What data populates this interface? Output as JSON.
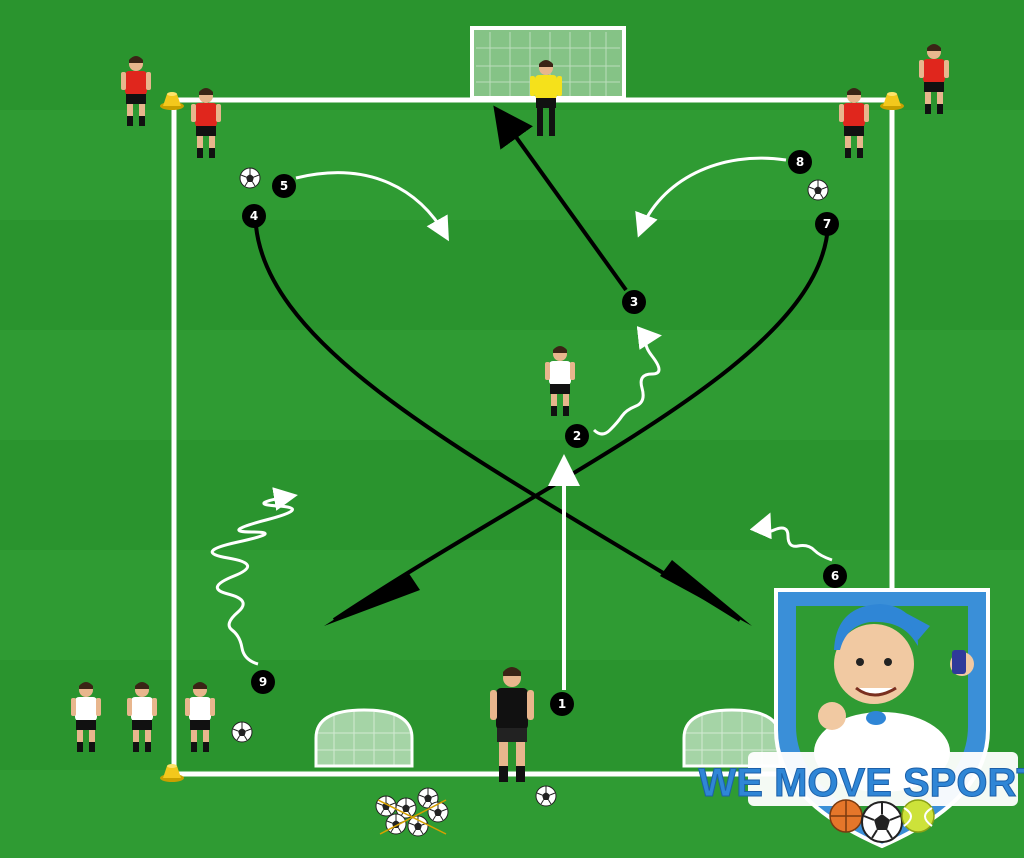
{
  "drill": {
    "steps": [
      "1",
      "2",
      "3",
      "4",
      "5",
      "6",
      "7",
      "8",
      "9"
    ]
  },
  "logo": {
    "text": "WE MOVE SPORTS",
    "icon_name": "coach-mascot-shield-icon"
  },
  "colors": {
    "grass_light": "#2f9b33",
    "grass_dark": "#28902c",
    "lines": "#ffffff",
    "attacker_shirt": "#ffffff",
    "defender_shirt": "#e0261d",
    "goalkeeper_shirt": "#f5e11b",
    "coach_shirt": "#111111",
    "marker": "#000000",
    "logo_shield": "#3a8fd8",
    "logo_text": "#2f86d6"
  },
  "icons": {
    "ball": "soccer-ball-icon",
    "cone": "cone-icon",
    "mini_goal": "mini-goal-icon",
    "goal": "goal-icon",
    "ball_bag": "ball-bag-icon"
  }
}
